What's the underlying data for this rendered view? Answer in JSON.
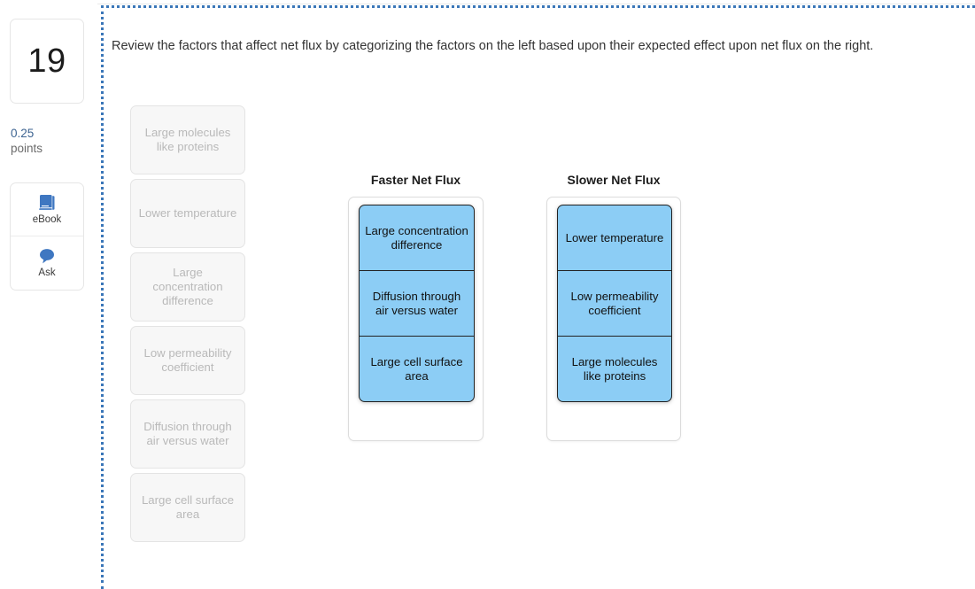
{
  "question": {
    "number": "19",
    "points_value": "0.25",
    "points_label": "points",
    "prompt": "Review the factors that affect net flux by categorizing the factors on the left based upon their expected effect upon net flux on the right."
  },
  "tools": [
    {
      "icon": "book-icon",
      "label": "eBook"
    },
    {
      "icon": "speech-bubble-icon",
      "label": "Ask"
    }
  ],
  "bank": {
    "items": [
      {
        "label": "Large molecules like proteins"
      },
      {
        "label": "Lower temperature"
      },
      {
        "label": "Large concentration difference"
      },
      {
        "label": "Low permeability coefficient"
      },
      {
        "label": "Diffusion through air versus water"
      },
      {
        "label": "Large cell surface area"
      }
    ]
  },
  "zones": [
    {
      "title": "Faster Net Flux",
      "tiles": [
        {
          "label": "Large concentration difference"
        },
        {
          "label": "Diffusion through air versus water"
        },
        {
          "label": "Large cell surface area"
        }
      ]
    },
    {
      "title": "Slower Net Flux",
      "tiles": [
        {
          "label": "Lower temperature"
        },
        {
          "label": "Low permeability coefficient"
        },
        {
          "label": "Large molecules like proteins"
        }
      ]
    }
  ],
  "colors": {
    "tile_fill": "#8ccdf5",
    "tile_border": "#222222",
    "accent_dotted_border": "#3a76b8",
    "points_value": "#3c6391",
    "bank_item_text": "#b9b9b9",
    "icon_blue": "#3f77c1"
  }
}
